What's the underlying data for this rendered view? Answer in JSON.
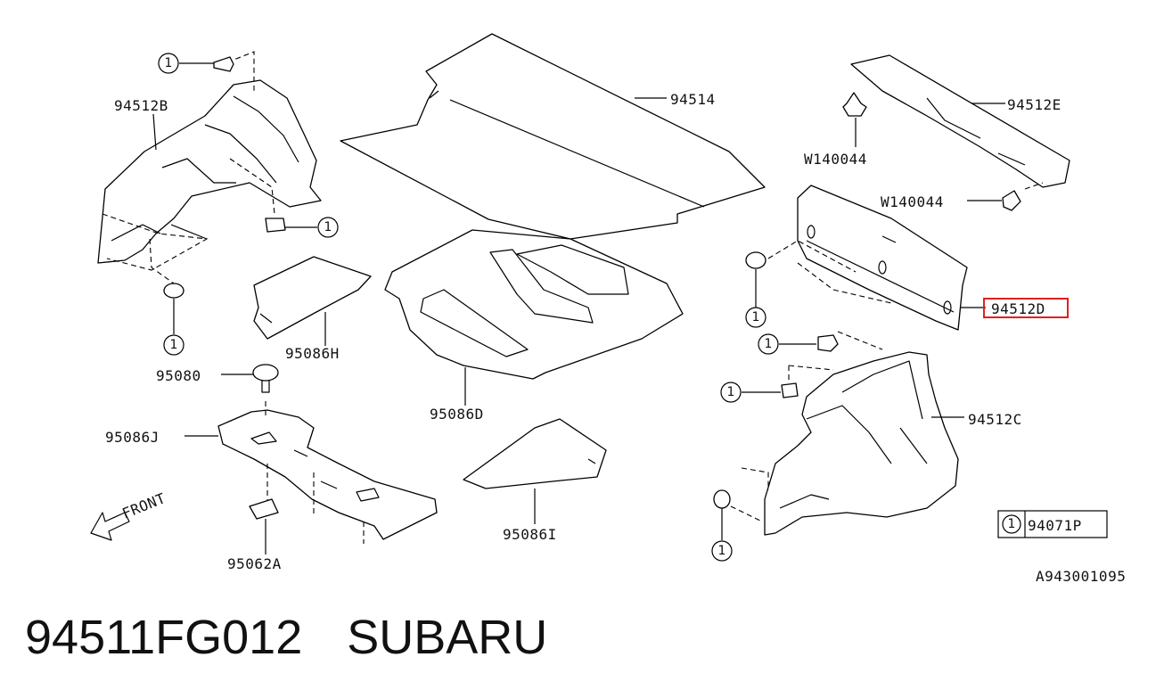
{
  "labels": {
    "p94512b": "94512B",
    "p94514": "94514",
    "p94512e": "94512E",
    "w140044_a": "W140044",
    "w140044_b": "W140044",
    "p94512d": "94512D",
    "p95086h": "95086H",
    "p95080": "95080",
    "p95086j": "95086J",
    "p95086d": "95086D",
    "p95086i": "95086I",
    "p95062a": "95062A",
    "p94512c": "94512C",
    "legend_part": "94071P",
    "drawing_code": "A943001095",
    "front": "FRONT"
  },
  "callout_number": "1",
  "highlight": {
    "part": "94512D",
    "color": "#e02020"
  },
  "footer": {
    "part_number": "94511FG012",
    "brand": "SUBARU"
  }
}
